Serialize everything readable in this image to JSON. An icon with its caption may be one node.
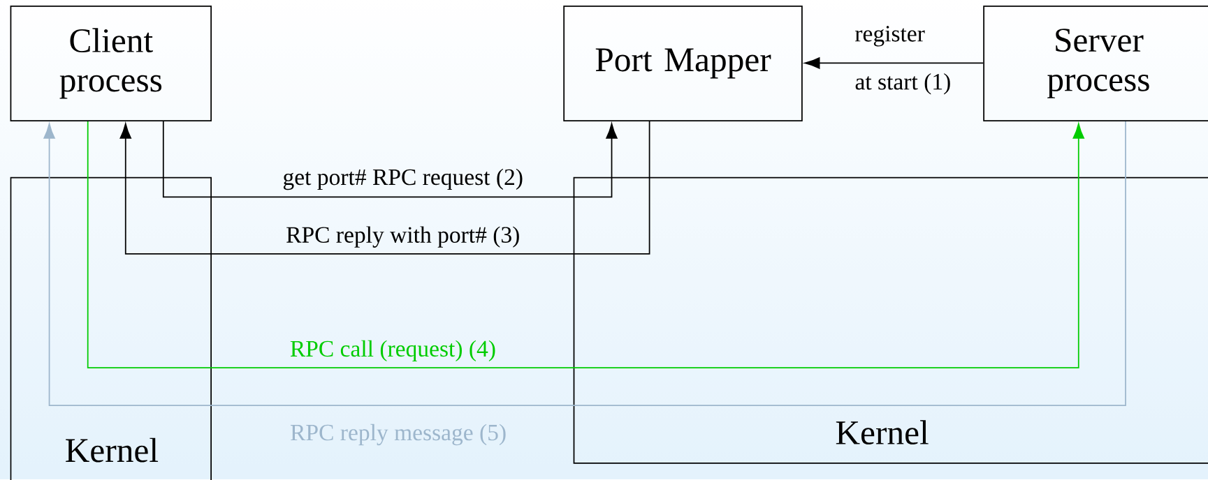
{
  "diagram": {
    "nodes": [
      {
        "text": [
          "Client process"
        ]
      },
      {
        "text": [
          "Port Mapper"
        ]
      },
      {
        "text": [
          "Server process"
        ]
      },
      {
        "text": [
          "Kernel"
        ]
      },
      {
        "text": [
          "Kernel"
        ]
      }
    ],
    "edges": [
      {
        "from": 2,
        "to": 1,
        "arrow": "to",
        "label": "register"
      },
      {
        "from": 0,
        "to": 1,
        "arrow": "to",
        "label": "get port# RPC request (2)"
      },
      {
        "from": 1,
        "to": 0,
        "arrow": "to",
        "label": "RPC reply with port# (3)"
      },
      {
        "from": 0,
        "to": 2,
        "arrow": "to",
        "label": "RPC call (request) (4)",
        "color": "#00cc00"
      },
      {
        "from": 2,
        "to": 0,
        "arrow": "to",
        "label": "RPC reply message (5)",
        "color": "#9db6cc"
      }
    ],
    "labels": [
      "at start (1)"
    ]
  }
}
